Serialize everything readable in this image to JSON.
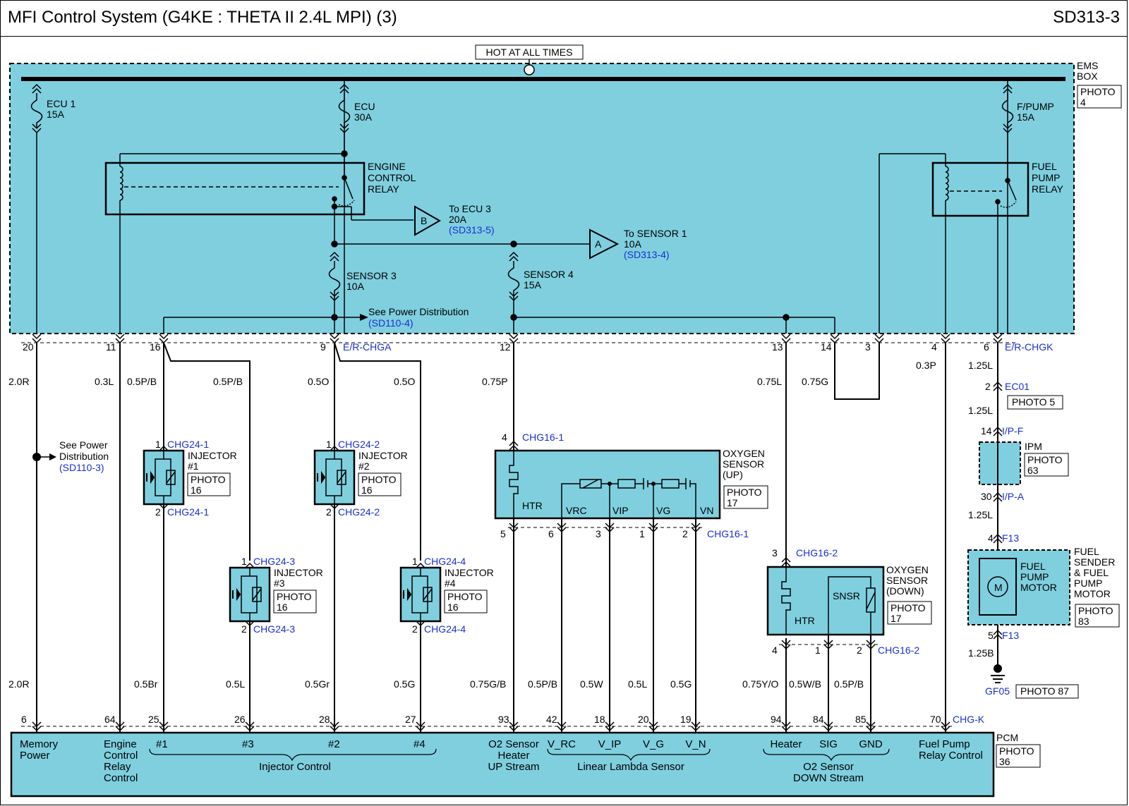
{
  "header": {
    "title": "MFI Control System  (G4KE : THETA II 2.4L MPI) (3)",
    "code": "SD313-3"
  },
  "colors": {
    "box_fill": "#7fcfdf",
    "wire": "#000000",
    "link_blue": "#1a2fd1"
  },
  "ems_box": {
    "hot_label": "HOT AT ALL TIMES",
    "label_line1": "EMS",
    "label_line2": "BOX",
    "photo_line1": "PHOTO",
    "photo_line2": "4",
    "fuses": [
      {
        "name": "ECU 1",
        "rating": "15A"
      },
      {
        "name": "ECU",
        "rating": "30A"
      },
      {
        "name": "F/PUMP",
        "rating": "15A"
      },
      {
        "name": "SENSOR 3",
        "rating": "10A"
      },
      {
        "name": "SENSOR 4",
        "rating": "15A"
      }
    ],
    "engine_relay": [
      "ENGINE",
      "CONTROL",
      "RELAY"
    ],
    "fuel_relay": [
      "FUEL",
      "PUMP",
      "RELAY"
    ],
    "to_ecu3": {
      "letter": "B",
      "line1": "To ECU 3",
      "line2": "20A",
      "ref": "(SD313-5)"
    },
    "to_sensor1": {
      "letter": "A",
      "line1": "To SENSOR 1",
      "line2": "10A",
      "ref": "(SD313-4)"
    },
    "see_power": {
      "text": "See Power Distribution",
      "ref": "(SD110-4)"
    }
  },
  "ems_pins": [
    "20",
    "11",
    "16",
    "9",
    "12",
    "13",
    "14",
    "3",
    "4",
    "6"
  ],
  "connector_labels": {
    "er_chga": "E/R-CHGA",
    "er_chgk": "E/R-CHGK"
  },
  "wires_upper": {
    "w20": "2.0R",
    "w11": "0.3L",
    "w16a": "0.5P/B",
    "w16b": "0.5P/B",
    "w9a": "0.5O",
    "w9b": "0.5O",
    "w12": "0.75P",
    "w13": "0.75L",
    "w14": "0.75G",
    "w4": "0.3P",
    "w6a": "1.25L",
    "w6b": "1.25L",
    "w6c": "1.25L",
    "w6d": "1.25B"
  },
  "see_power_left": {
    "line1": "See Power",
    "line2": "Distribution",
    "ref": "(SD110-3)"
  },
  "injectors": [
    {
      "name": "INJECTOR",
      "num": "#1",
      "conn_top": "CHG24-1",
      "conn_bot": "CHG24-1",
      "pin_top": "1",
      "pin_bot": "2",
      "photo1": "PHOTO",
      "photo2": "16"
    },
    {
      "name": "INJECTOR",
      "num": "#2",
      "conn_top": "CHG24-2",
      "conn_bot": "CHG24-2",
      "pin_top": "1",
      "pin_bot": "2",
      "photo1": "PHOTO",
      "photo2": "16"
    },
    {
      "name": "INJECTOR",
      "num": "#3",
      "conn_top": "CHG24-3",
      "conn_bot": "CHG24-3",
      "pin_top": "1",
      "pin_bot": "2",
      "photo1": "PHOTO",
      "photo2": "16"
    },
    {
      "name": "INJECTOR",
      "num": "#4",
      "conn_top": "CHG24-4",
      "conn_bot": "CHG24-4",
      "pin_top": "1",
      "pin_bot": "2",
      "photo1": "PHOTO",
      "photo2": "16"
    }
  ],
  "o2_up": {
    "title": [
      "OXYGEN",
      "SENSOR",
      "(UP)"
    ],
    "photo1": "PHOTO",
    "photo2": "17",
    "conn_top": "CHG16-1",
    "pin_top": "4",
    "htr": "HTR",
    "vrc": "VRC",
    "vip": "VIP",
    "vg": "VG",
    "vn": "VN",
    "bottom_pins": [
      "5",
      "6",
      "3",
      "1",
      "2"
    ],
    "conn_bot": "CHG16-1"
  },
  "o2_down": {
    "title": [
      "OXYGEN",
      "SENSOR",
      "(DOWN)"
    ],
    "photo1": "PHOTO",
    "photo2": "17",
    "conn_top": "CHG16-2",
    "pin_top": "3",
    "htr": "HTR",
    "snsr": "SNSR",
    "bottom_pins": [
      "4",
      "1",
      "2"
    ],
    "conn_bot": "CHG16-2"
  },
  "fuel_path": {
    "ec01": "EC01",
    "ec01_pin": "2",
    "ec01_photo": "PHOTO 5",
    "ipf": "I/P-F",
    "ipf_pin": "14",
    "ipm": "IPM",
    "ipm_photo1": "PHOTO",
    "ipm_photo2": "63",
    "ipa": "I/P-A",
    "ipa_pin": "30",
    "f13_top": "F13",
    "f13_top_pin": "4",
    "f13_bot": "F13",
    "f13_bot_pin": "5",
    "motor": [
      "FUEL",
      "PUMP",
      "MOTOR"
    ],
    "motor_letter": "M",
    "sender": [
      "FUEL",
      "SENDER",
      "& FUEL",
      "PUMP",
      "MOTOR"
    ],
    "sender_photo1": "PHOTO",
    "sender_photo2": "83",
    "ground": "GF05",
    "ground_photo": "PHOTO 87"
  },
  "wires_lower": {
    "l6": "2.0R",
    "l25": "0.5Br",
    "l26": "0.5L",
    "l28": "0.5Gr",
    "l27": "0.5G",
    "l93": "0.75G/B",
    "l42": "0.5P/B",
    "l18": "0.5W",
    "l20": "0.5L",
    "l19": "0.5G",
    "l94": "0.75Y/O",
    "l84": "0.5W/B",
    "l85": "0.5P/B"
  },
  "pcm_pins": [
    "6",
    "64",
    "25",
    "26",
    "28",
    "27",
    "93",
    "42",
    "18",
    "20",
    "19",
    "94",
    "84",
    "85",
    "70"
  ],
  "pcm_conn": "CHG-K",
  "pcm": {
    "label": "PCM",
    "photo1": "PHOTO",
    "photo2": "36",
    "memory": [
      "Memory",
      "Power"
    ],
    "ecr": [
      "Engine",
      "Control",
      "Relay",
      "Control"
    ],
    "inj": [
      "#1",
      "#3",
      "#2",
      "#4"
    ],
    "inj_group": "Injector Control",
    "o2h": [
      "O2 Sensor",
      "Heater",
      "UP Stream"
    ],
    "lambda": [
      "V_RC",
      "V_IP",
      "V_G",
      "V_N"
    ],
    "lambda_group": "Linear Lambda Sensor",
    "o2d": [
      "Heater",
      "SIG",
      "GND"
    ],
    "o2d_group": [
      "O2 Sensor",
      "DOWN Stream"
    ],
    "fpr": [
      "Fuel Pump",
      "Relay Control"
    ]
  }
}
